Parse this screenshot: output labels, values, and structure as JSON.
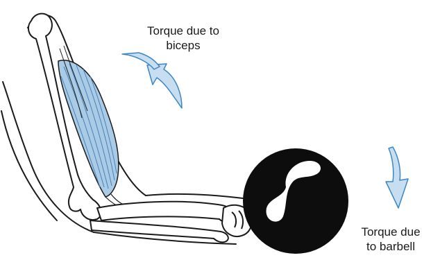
{
  "labels": {
    "biceps_torque": {
      "line1": "Torque due to",
      "line2": "biceps"
    },
    "barbell_torque": {
      "line1": "Torque due",
      "line2": "to barbell"
    }
  },
  "colors": {
    "outline": "#1a1a1a",
    "muscle_fill": "#a9cbe6",
    "muscle_fiber": "#4a80b8",
    "arrow_fill": "#c7def0",
    "arrow_stroke": "#3b86c4",
    "barbell": "#0d0d0d",
    "barbell_highlight": "#ffffff"
  },
  "icons": {
    "biceps_arrow": "curved-arrow-counterclockwise-icon",
    "barbell_arrow": "curved-arrow-down-icon"
  }
}
